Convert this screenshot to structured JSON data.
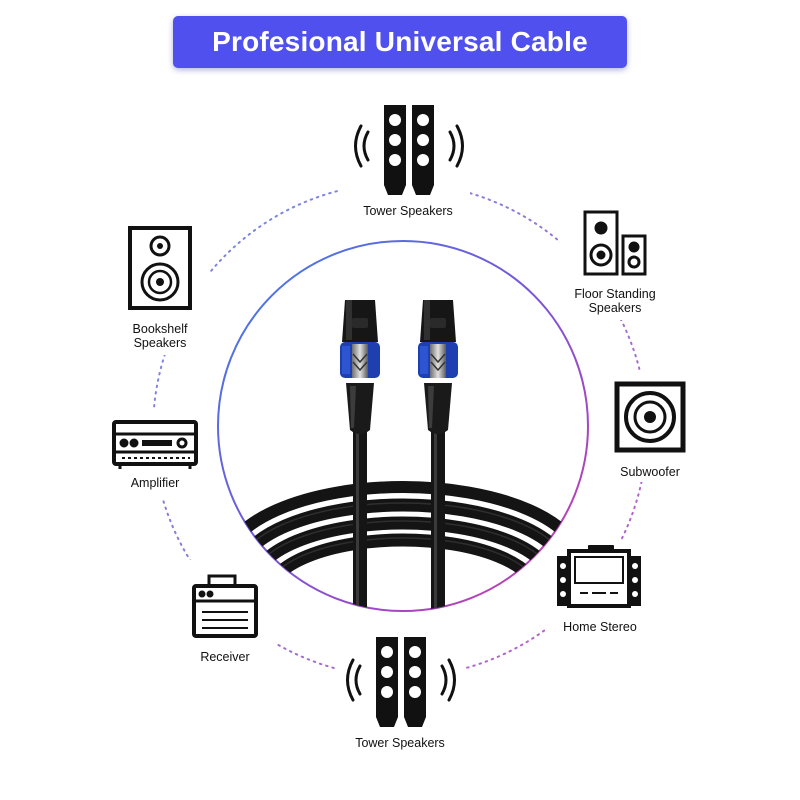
{
  "banner": {
    "title": "Profesional Universal Cable",
    "color": "#5050ee"
  },
  "devices": {
    "tower_top": {
      "label": "Tower Speakers",
      "icon": "tower-speakers-icon"
    },
    "floor_standing": {
      "label_line1": "Floor Standing",
      "label_line2": "Speakers",
      "icon": "floor-standing-speakers-icon"
    },
    "subwoofer": {
      "label": "Subwoofer",
      "icon": "subwoofer-icon"
    },
    "home_stereo": {
      "label": "Home Stereo",
      "icon": "home-stereo-icon"
    },
    "tower_bottom": {
      "label": "Tower Speakers",
      "icon": "tower-speakers-icon"
    },
    "receiver": {
      "label": "Receiver",
      "icon": "receiver-icon"
    },
    "amplifier": {
      "label": "Amplifier",
      "icon": "amplifier-icon"
    },
    "bookshelf": {
      "label_line1": "Bookshelf",
      "label_line2": "Speakers",
      "icon": "bookshelf-speakers-icon"
    }
  },
  "colors": {
    "ring_blue": "#4a7bdc",
    "ring_purple": "#b040c8",
    "connector_blue": "#1d3fb0"
  }
}
